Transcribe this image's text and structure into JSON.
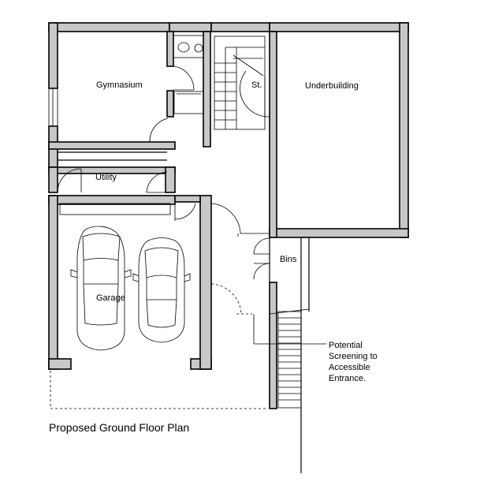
{
  "labels": {
    "gymnasium": "Gymnasium",
    "stair": "St.",
    "underbuilding": "Underbuilding",
    "utility": "Utility",
    "garage": "Garage",
    "bins": "Bins",
    "note_line1": "Potential",
    "note_line2": "Screening to",
    "note_line3": "Accessible",
    "note_line4": "Entrance."
  },
  "caption": "Proposed Ground Floor Plan"
}
